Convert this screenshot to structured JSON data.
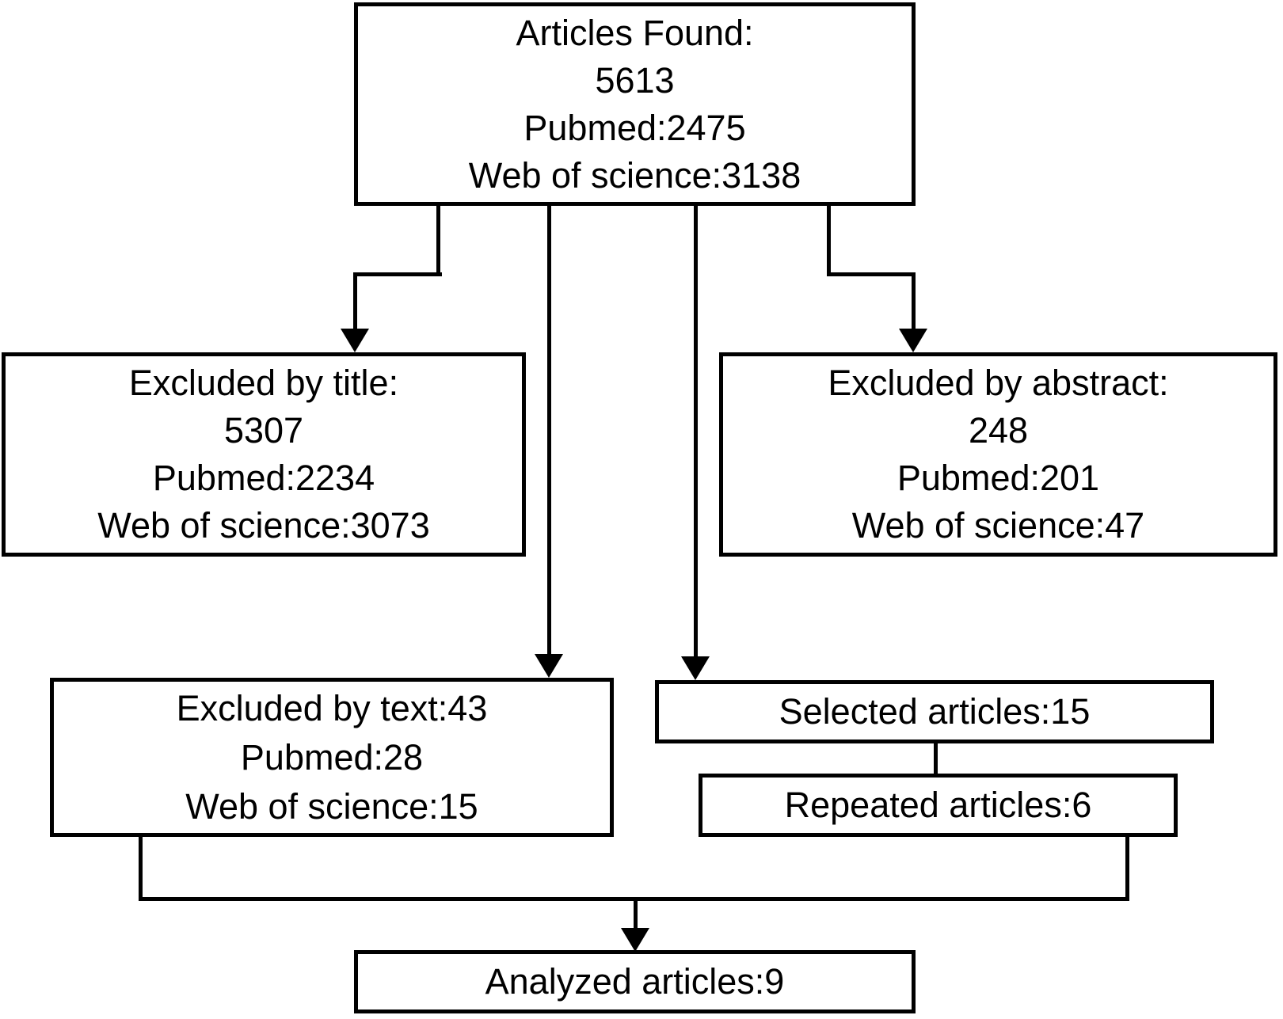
{
  "colors": {
    "line": "#000000",
    "background": "#ffffff",
    "text": "#000000"
  },
  "boxes": {
    "articles_found": {
      "lines": [
        "Articles Found:",
        "5613",
        "Pubmed:2475",
        "Web of science:3138"
      ]
    },
    "excluded_title": {
      "lines": [
        "Excluded by title:",
        "5307",
        "Pubmed:2234",
        "Web of science:3073"
      ]
    },
    "excluded_abstract": {
      "lines": [
        "Excluded by abstract:",
        "248",
        "Pubmed:201",
        "Web of science:47"
      ]
    },
    "excluded_text": {
      "lines": [
        "Excluded by text:43",
        "Pubmed:28",
        "Web of science:15"
      ]
    },
    "selected": {
      "lines": [
        "Selected articles:15"
      ]
    },
    "repeated": {
      "lines": [
        "Repeated articles:6"
      ]
    },
    "analyzed": {
      "lines": [
        "Analyzed articles:9"
      ]
    }
  }
}
